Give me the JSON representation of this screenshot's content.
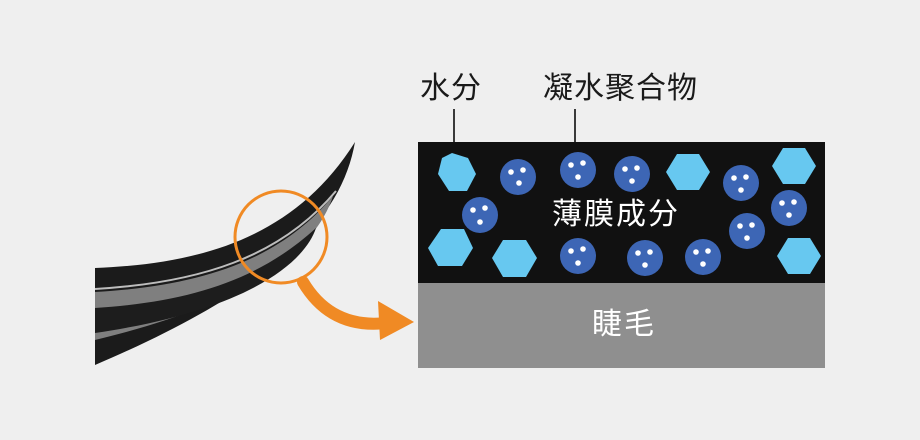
{
  "labels": {
    "water": "水分",
    "polymer": "凝水聚合物",
    "film": "薄膜成分",
    "lash": "睫毛"
  },
  "colors": {
    "background": "#efefef",
    "film_layer": "#111111",
    "lash_layer": "#8f8f8f",
    "water_particle": "#67c8f0",
    "polymer_particle": "#3d66b5",
    "accent_arrow": "#f08a24",
    "lash_curve_dark": "#1b1b1b",
    "lash_curve_mid": "#7f7f7f"
  },
  "icons": {
    "water": "hexagon-icon",
    "polymer": "blue-bead-icon",
    "arrow": "curved-arrow-icon",
    "focus": "zoom-circle-icon"
  }
}
